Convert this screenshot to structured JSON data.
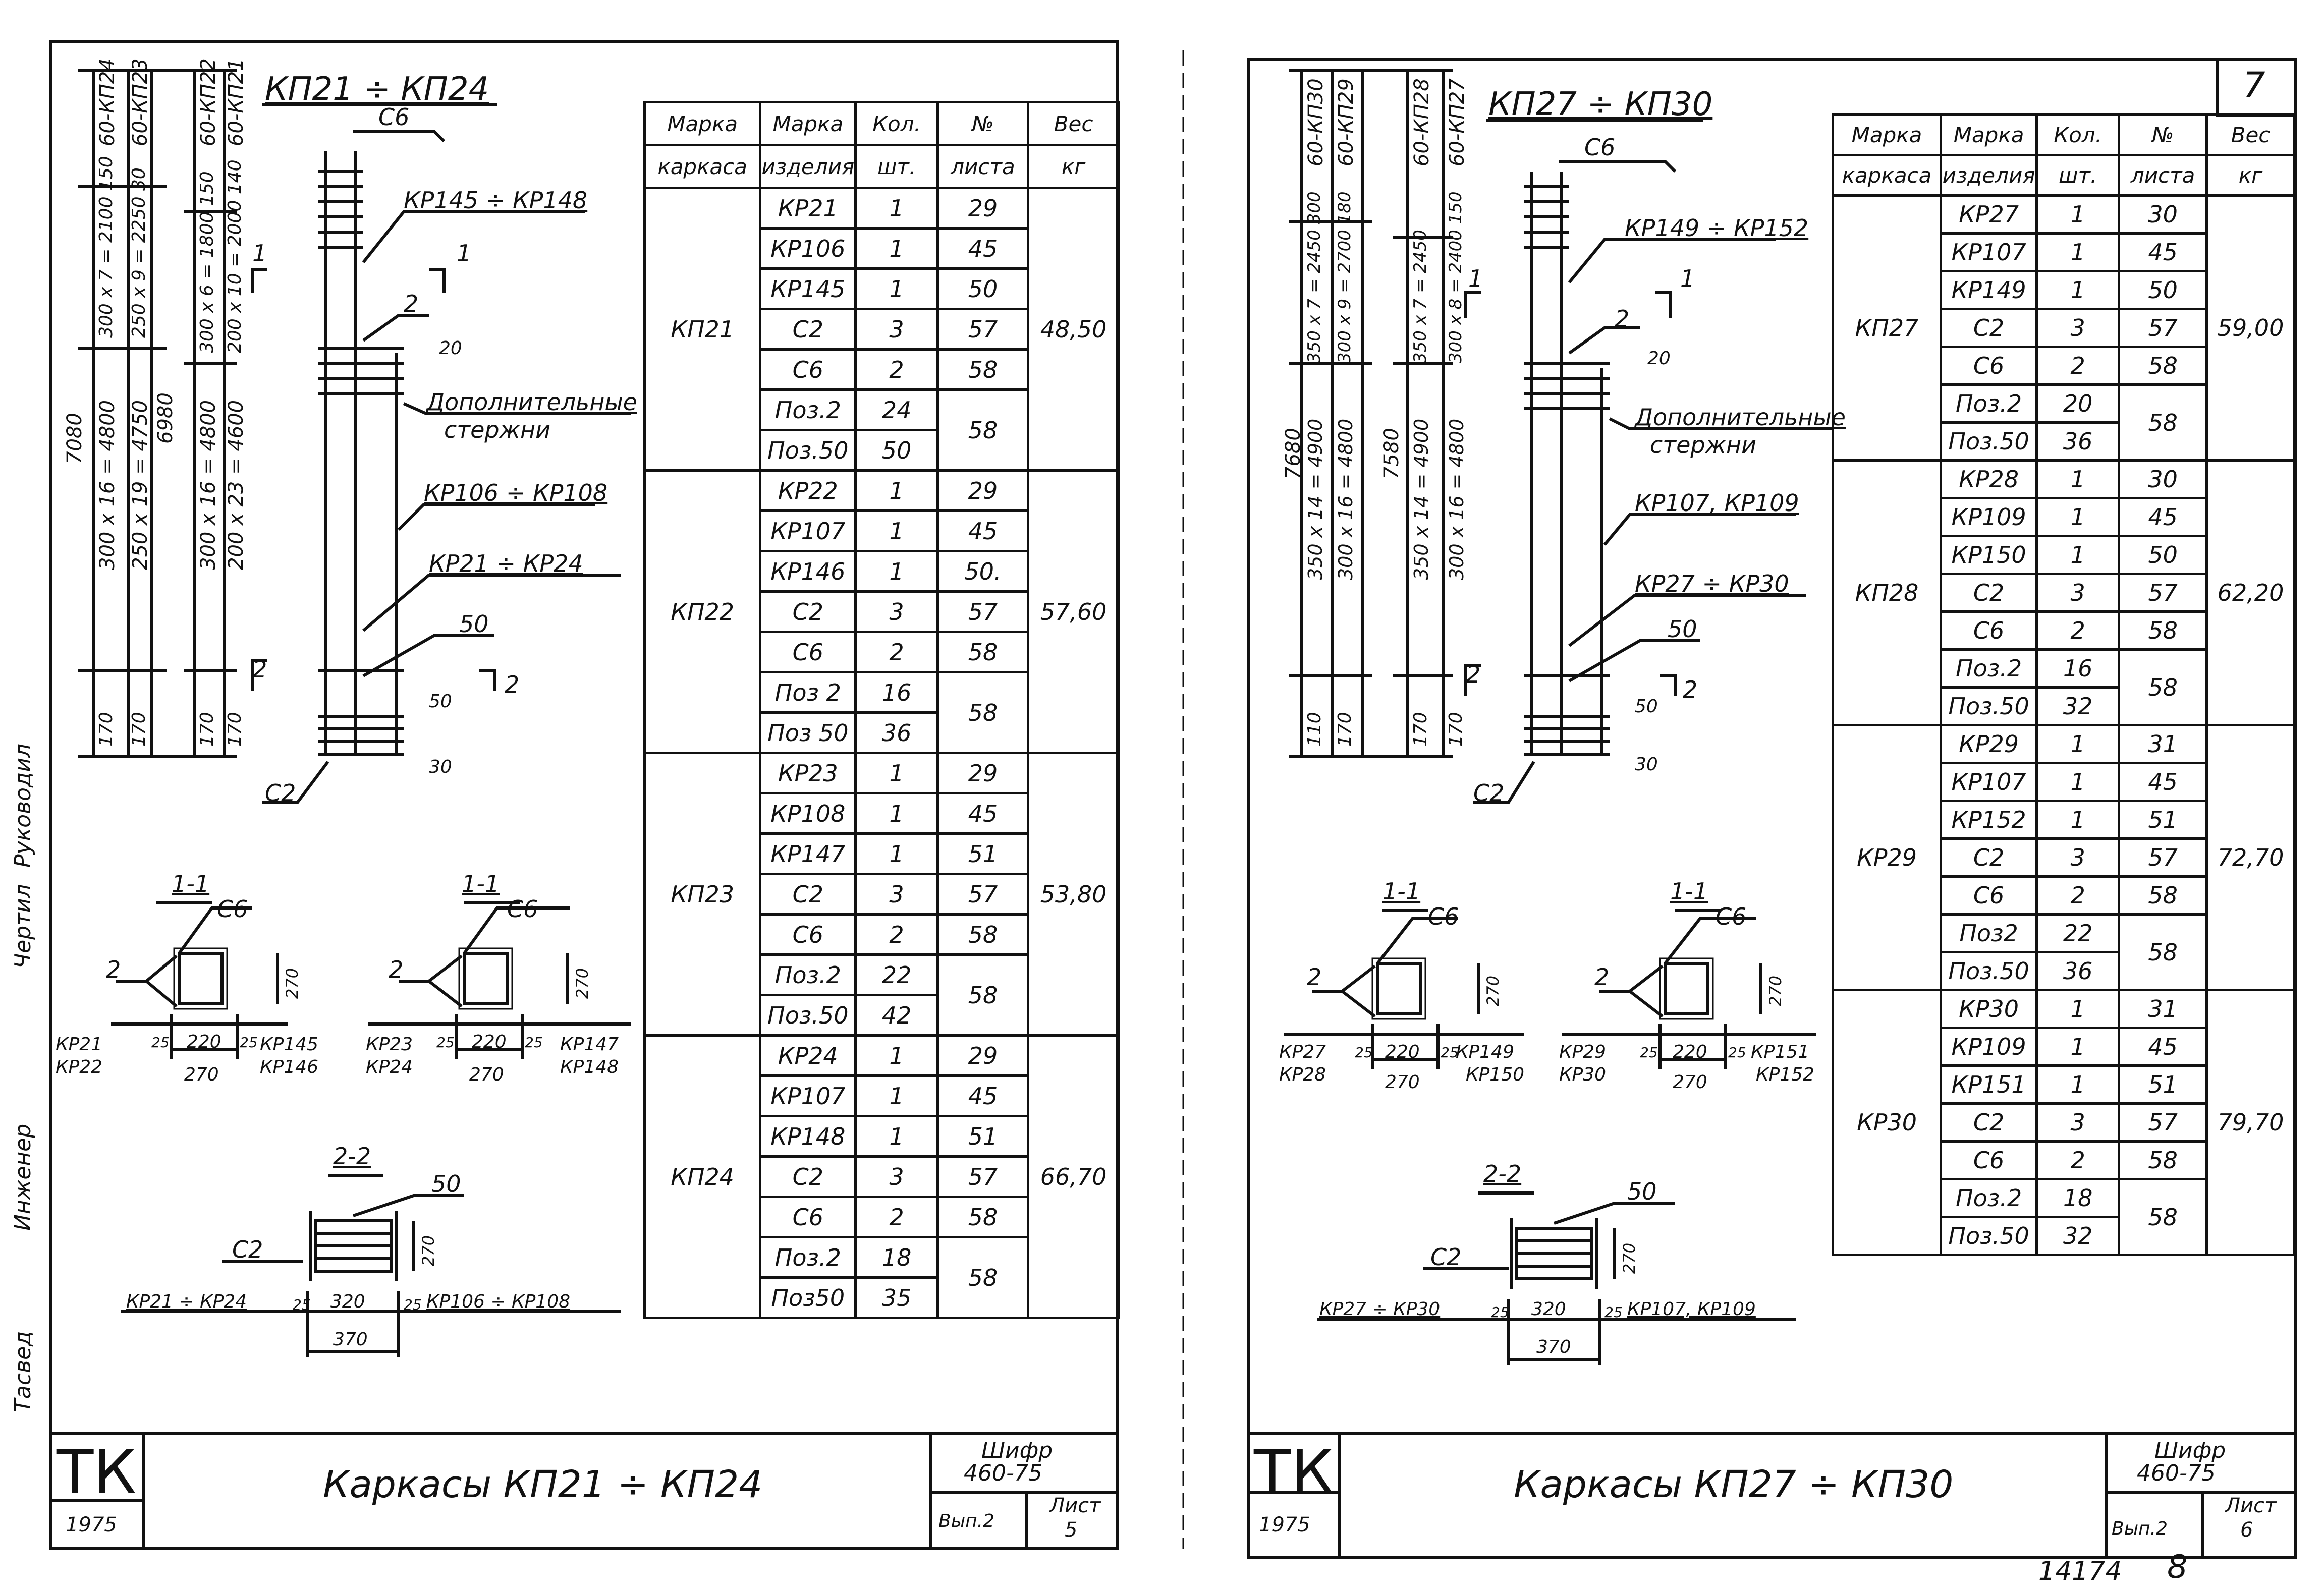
{
  "corner_number": "7",
  "left": {
    "title": "КП21 ÷ КП24",
    "col_marks": [
      "60-КП24",
      "60-КП23",
      "60-КП22",
      "60-КП21"
    ],
    "dim_top": [
      "300 х 7 = 2100 150",
      "250 х 9 = 2250 30",
      "300 х 6 = 1800 150",
      "200 х 10 = 2000 140"
    ],
    "dim_mid": [
      "300 х 16 = 4800",
      "250 х 19 = 4750",
      "300 х 16 = 4800",
      "200 х 23 = 4600"
    ],
    "dim_total": [
      "7080",
      "6980"
    ],
    "dim_bottom": [
      "170",
      "170",
      "170",
      "170"
    ],
    "labels": {
      "c6": "С6",
      "kr_top": "КР145 ÷ КР148",
      "two": "2",
      "extra1": "Дополнительные",
      "extra2": "стержни",
      "kr_mid": "КР106 ÷ КР108",
      "kr_low": "КР21 ÷ КР24",
      "fifty": "50",
      "c2": "С2",
      "cut11": "1",
      "cut22": "2",
      "d20": "20",
      "d50": "50",
      "d30": "30"
    },
    "section11": {
      "title": "1-1",
      "a": {
        "c6": "С6",
        "two": "2",
        "l1": "КР21",
        "l2": "КР22",
        "n25a": "25",
        "w": "220",
        "n25b": "25",
        "r1": "КР145",
        "r2": "КР146",
        "h": "270",
        "total": "270"
      },
      "b": {
        "c6": "С6",
        "two": "2",
        "l1": "КР23",
        "l2": "КР24",
        "n25a": "25",
        "w": "220",
        "n25b": "25",
        "r1": "КР147",
        "r2": "КР148",
        "h": "270",
        "total": "270"
      }
    },
    "section22": {
      "title": "2-2",
      "fifty": "50",
      "c2": "С2",
      "h": "270",
      "l": "КР21 ÷ КР24",
      "n25a": "25",
      "w": "320",
      "n25b": "25",
      "r": "КР106 ÷ КР108",
      "total": "370"
    },
    "table": {
      "headers": [
        [
          "Марка",
          "каркаса"
        ],
        [
          "Марка",
          "изделия"
        ],
        [
          "Кол.",
          "шт."
        ],
        [
          "№",
          "листа"
        ],
        [
          "Вес",
          "кг"
        ]
      ],
      "groups": [
        {
          "mark": "КП21",
          "weight": "48,50",
          "rows": [
            {
              "item": "КР21",
              "qty": "1",
              "sheet": "29"
            },
            {
              "item": "КР106",
              "qty": "1",
              "sheet": "45"
            },
            {
              "item": "КР145",
              "qty": "1",
              "sheet": "50"
            },
            {
              "item": "С2",
              "qty": "3",
              "sheet": "57"
            },
            {
              "item": "С6",
              "qty": "2",
              "sheet": "58"
            },
            {
              "item": "Поз.2",
              "qty": "24",
              "sheet": "58"
            },
            {
              "item": "Поз.50",
              "qty": "50",
              "sheet": ""
            }
          ]
        },
        {
          "mark": "КП22",
          "weight": "57,60",
          "rows": [
            {
              "item": "КР22",
              "qty": "1",
              "sheet": "29"
            },
            {
              "item": "КР107",
              "qty": "1",
              "sheet": "45"
            },
            {
              "item": "КР146",
              "qty": "1",
              "sheet": "50."
            },
            {
              "item": "С2",
              "qty": "3",
              "sheet": "57"
            },
            {
              "item": "С6",
              "qty": "2",
              "sheet": "58"
            },
            {
              "item": "Поз 2",
              "qty": "16",
              "sheet": "58"
            },
            {
              "item": "Поз 50",
              "qty": "36",
              "sheet": ""
            }
          ]
        },
        {
          "mark": "КП23",
          "weight": "53,80",
          "rows": [
            {
              "item": "КР23",
              "qty": "1",
              "sheet": "29"
            },
            {
              "item": "КР108",
              "qty": "1",
              "sheet": "45"
            },
            {
              "item": "КР147",
              "qty": "1",
              "sheet": "51"
            },
            {
              "item": "С2",
              "qty": "3",
              "sheet": "57"
            },
            {
              "item": "С6",
              "qty": "2",
              "sheet": "58"
            },
            {
              "item": "Поз.2",
              "qty": "22",
              "sheet": "58"
            },
            {
              "item": "Поз.50",
              "qty": "42",
              "sheet": ""
            }
          ]
        },
        {
          "mark": "КП24",
          "weight": "66,70",
          "rows": [
            {
              "item": "КР24",
              "qty": "1",
              "sheet": "29"
            },
            {
              "item": "КР107",
              "qty": "1",
              "sheet": "45"
            },
            {
              "item": "КР148",
              "qty": "1",
              "sheet": "51"
            },
            {
              "item": "С2",
              "qty": "3",
              "sheet": "57"
            },
            {
              "item": "С6",
              "qty": "2",
              "sheet": "58"
            },
            {
              "item": "Поз.2",
              "qty": "18",
              "sheet": "58"
            },
            {
              "item": "Поз50",
              "qty": "35",
              "sheet": ""
            }
          ]
        }
      ]
    },
    "stamp": {
      "code": "ТК",
      "year": "1975",
      "title": "Каркасы КП21 ÷ КП24",
      "cipher": "Шифр",
      "cipher_no": "460-75",
      "vol": "Вып.2",
      "sheet_label": "Лист",
      "sheet_no": "5"
    }
  },
  "right": {
    "title": "КП27 ÷ КП30",
    "col_marks": [
      "60-КП30",
      "60-КП29",
      "60-КП28",
      "60-КП27"
    ],
    "dim_top": [
      "350 х 7 = 2450 300",
      "300 х 9 = 2700 180",
      "350 х 7 = 2450",
      "300 х 8 = 2400 150"
    ],
    "dim_mid": [
      "350 х 14 = 4900",
      "300 х 16 = 4800",
      "350 х 14 = 4900",
      "300 х 16 = 4800"
    ],
    "dim_total": [
      "7680",
      "7580"
    ],
    "dim_bottom": [
      "110",
      "170",
      "170",
      "170"
    ],
    "labels": {
      "c6": "С6",
      "kr_top": "КР149 ÷ КР152",
      "two": "2",
      "extra1": "Дополнительные",
      "extra2": "стержни",
      "kr_mid": "КР107, КР109",
      "kr_low": "КР27 ÷ КР30",
      "fifty": "50",
      "c2": "С2",
      "cut11": "1",
      "cut22": "2",
      "d20": "20",
      "d50": "50",
      "d30": "30"
    },
    "section11": {
      "title": "1-1",
      "a": {
        "c6": "С6",
        "two": "2",
        "l1": "КР27",
        "l2": "КР28",
        "n25a": "25",
        "w": "220",
        "n25b": "25",
        "r1": "КР149",
        "r2": "КР150",
        "h": "270",
        "total": "270"
      },
      "b": {
        "c6": "С6",
        "two": "2",
        "l1": "КР29",
        "l2": "КР30",
        "n25a": "25",
        "w": "220",
        "n25b": "25",
        "r1": "КР151",
        "r2": "КР152",
        "h": "270",
        "total": "270"
      }
    },
    "section22": {
      "title": "2-2",
      "fifty": "50",
      "c2": "С2",
      "h": "270",
      "l": "КР27 ÷ КР30",
      "n25a": "25",
      "w": "320",
      "n25b": "25",
      "r": "КР107, КР109",
      "total": "370"
    },
    "table": {
      "headers": [
        [
          "Марка",
          "каркаса"
        ],
        [
          "Марка",
          "изделия"
        ],
        [
          "Кол.",
          "шт."
        ],
        [
          "№",
          "листа"
        ],
        [
          "Вес",
          "кг"
        ]
      ],
      "groups": [
        {
          "mark": "КП27",
          "weight": "59,00",
          "rows": [
            {
              "item": "КР27",
              "qty": "1",
              "sheet": "30"
            },
            {
              "item": "КР107",
              "qty": "1",
              "sheet": "45"
            },
            {
              "item": "КР149",
              "qty": "1",
              "sheet": "50"
            },
            {
              "item": "С2",
              "qty": "3",
              "sheet": "57"
            },
            {
              "item": "С6",
              "qty": "2",
              "sheet": "58"
            },
            {
              "item": "Поз.2",
              "qty": "20",
              "sheet": "58"
            },
            {
              "item": "Поз.50",
              "qty": "36",
              "sheet": ""
            }
          ]
        },
        {
          "mark": "КП28",
          "weight": "62,20",
          "rows": [
            {
              "item": "КР28",
              "qty": "1",
              "sheet": "30"
            },
            {
              "item": "КР109",
              "qty": "1",
              "sheet": "45"
            },
            {
              "item": "КР150",
              "qty": "1",
              "sheet": "50"
            },
            {
              "item": "С2",
              "qty": "3",
              "sheet": "57"
            },
            {
              "item": "С6",
              "qty": "2",
              "sheet": "58"
            },
            {
              "item": "Поз.2",
              "qty": "16",
              "sheet": "58"
            },
            {
              "item": "Поз.50",
              "qty": "32",
              "sheet": ""
            }
          ]
        },
        {
          "mark": "КР29",
          "weight": "72,70",
          "rows": [
            {
              "item": "КР29",
              "qty": "1",
              "sheet": "31"
            },
            {
              "item": "КР107",
              "qty": "1",
              "sheet": "45"
            },
            {
              "item": "КР152",
              "qty": "1",
              "sheet": "51"
            },
            {
              "item": "С2",
              "qty": "3",
              "sheet": "57"
            },
            {
              "item": "С6",
              "qty": "2",
              "sheet": "58"
            },
            {
              "item": "Поз2",
              "qty": "22",
              "sheet": "58"
            },
            {
              "item": "Поз.50",
              "qty": "36",
              "sheet": ""
            }
          ]
        },
        {
          "mark": "КР30",
          "weight": "79,70",
          "rows": [
            {
              "item": "КР30",
              "qty": "1",
              "sheet": "31"
            },
            {
              "item": "КР109",
              "qty": "1",
              "sheet": "45"
            },
            {
              "item": "КР151",
              "qty": "1",
              "sheet": "51"
            },
            {
              "item": "С2",
              "qty": "3",
              "sheet": "57"
            },
            {
              "item": "С6",
              "qty": "2",
              "sheet": "58"
            },
            {
              "item": "Поз.2",
              "qty": "18",
              "sheet": "58"
            },
            {
              "item": "Поз.50",
              "qty": "32",
              "sheet": ""
            }
          ]
        }
      ]
    },
    "stamp": {
      "code": "ТК",
      "year": "1975",
      "title": "Каркасы КП27 ÷ КП30",
      "cipher": "Шифр",
      "cipher_no": "460-75",
      "vol": "Вып.2",
      "sheet_label": "Лист",
      "sheet_no": "6"
    }
  },
  "margin_labels": [
    "Тасвед",
    "Инженер",
    "Чертил",
    "Руководил"
  ],
  "archive_no": "14174",
  "archive_no2": "8"
}
